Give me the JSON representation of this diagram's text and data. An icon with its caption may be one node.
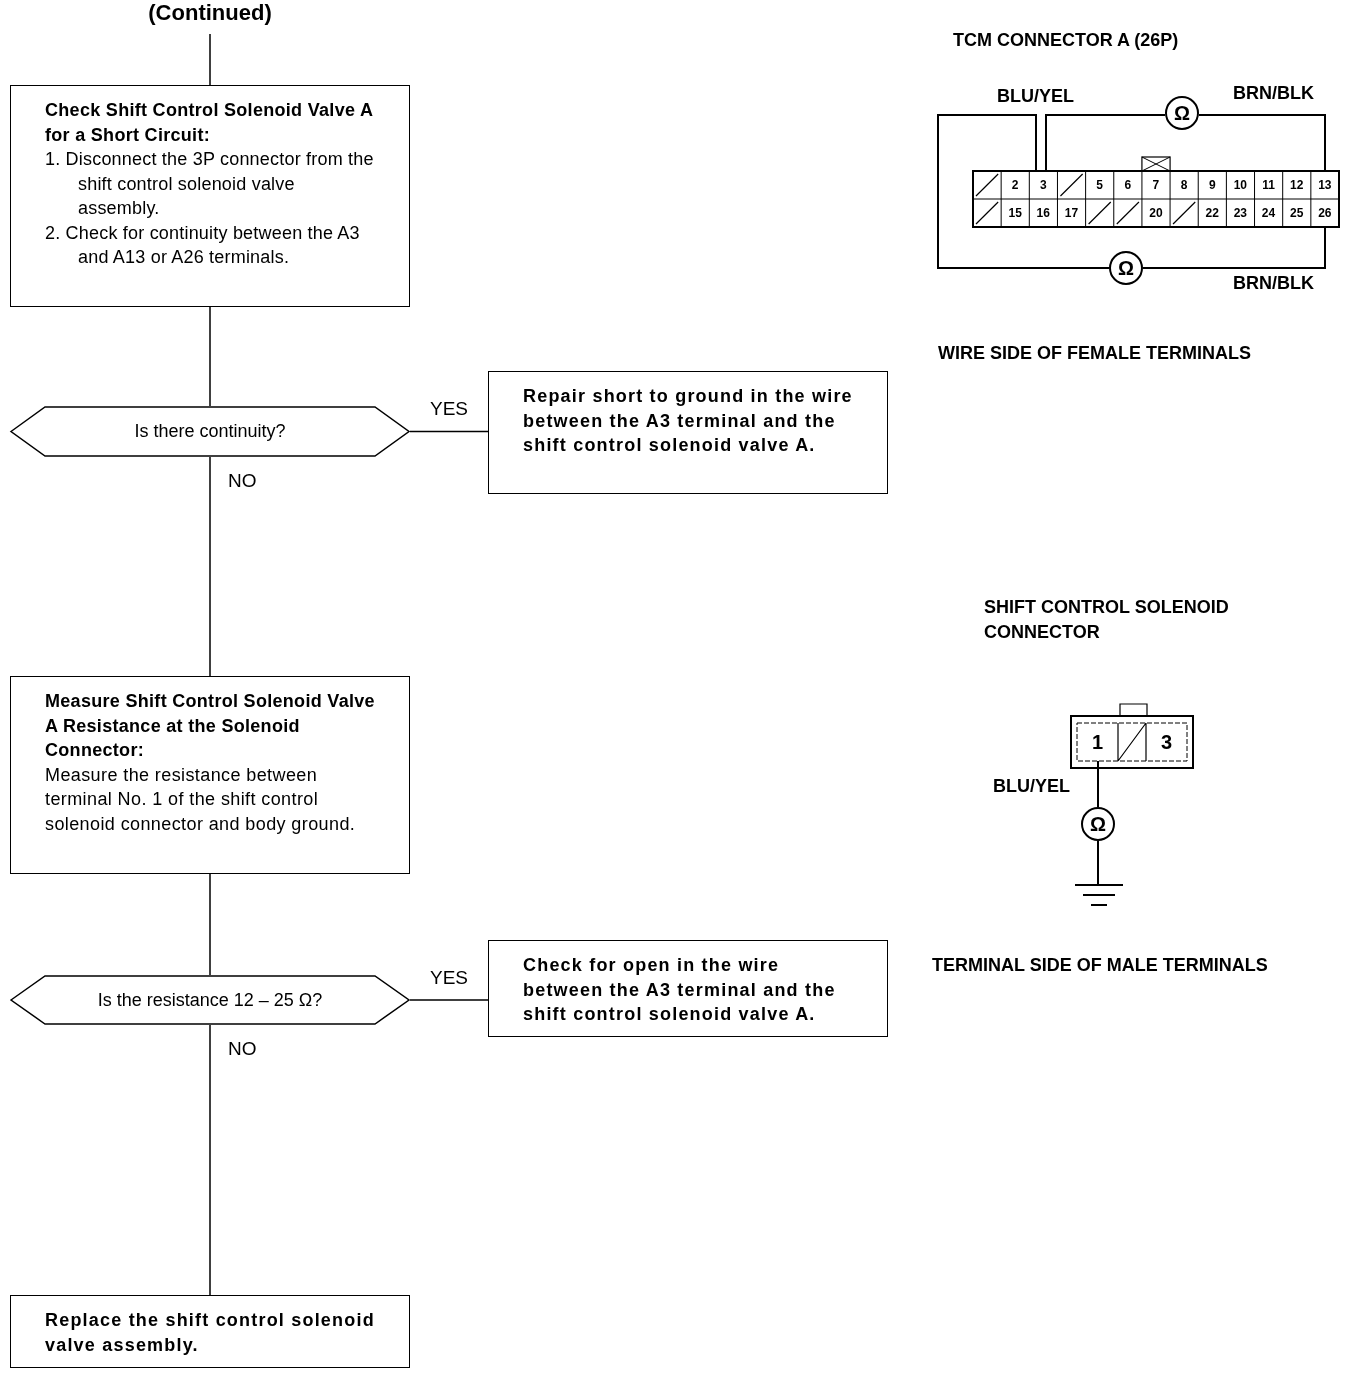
{
  "diagram": {
    "nodes": [
      {
        "text": [
          "(Continued)"
        ]
      },
      {
        "text": [
          "Check Shift Control Solenoid Valve A for a Short Circuit:",
          "1. Disconnect the 3P connector from the shift control solenoid valve assembly.",
          "2. Check for continuity between the A3 and A13 or A26 terminals."
        ]
      },
      {
        "text": [
          "Is there continuity?"
        ]
      },
      {
        "text": [
          "Repair short to ground in the wire between the A3 terminal and the shift control solenoid valve A."
        ]
      },
      {
        "text": [
          "Measure Shift Control Solenoid Valve A Resistance at the Solenoid Connector:",
          "Measure the resistance between terminal No. 1 of the shift control solenoid connector and body ground."
        ]
      },
      {
        "text": [
          "Is the resistance 12 – 25 Ω?"
        ]
      },
      {
        "text": [
          "Check for open in the wire between the A3 terminal and the shift control solenoid valve A."
        ]
      },
      {
        "text": [
          "Replace the shift control solenoid valve assembly."
        ]
      }
    ],
    "edges": [
      {
        "from": 0,
        "to": 1,
        "arrow": "none"
      },
      {
        "from": 1,
        "to": 2,
        "arrow": "none"
      },
      {
        "from": 2,
        "to": 3,
        "arrow": "none",
        "label": "YES"
      },
      {
        "from": 2,
        "to": 4,
        "arrow": "none",
        "label": "NO"
      },
      {
        "from": 4,
        "to": 5,
        "arrow": "none"
      },
      {
        "from": 5,
        "to": 6,
        "arrow": "none",
        "label": "YES"
      },
      {
        "from": 5,
        "to": 7,
        "arrow": "none",
        "label": "NO"
      }
    ],
    "labels": [
      "TCM CONNECTOR A (26P)",
      "BLU/YEL",
      "Ω",
      "BRN/BLK",
      "2",
      "3",
      "5",
      "6",
      "7",
      "8",
      "9",
      "10",
      "11",
      "12",
      "13",
      "15",
      "16",
      "17",
      "20",
      "22",
      "23",
      "24",
      "25",
      "26",
      "Ω",
      "BRN/BLK",
      "WIRE SIDE OF FEMALE TERMINALS",
      "SHIFT CONTROL SOLENOID CONNECTOR",
      "1",
      "3",
      "BLU/YEL",
      "Ω",
      "TERMINAL SIDE OF MALE TERMINALS"
    ]
  }
}
